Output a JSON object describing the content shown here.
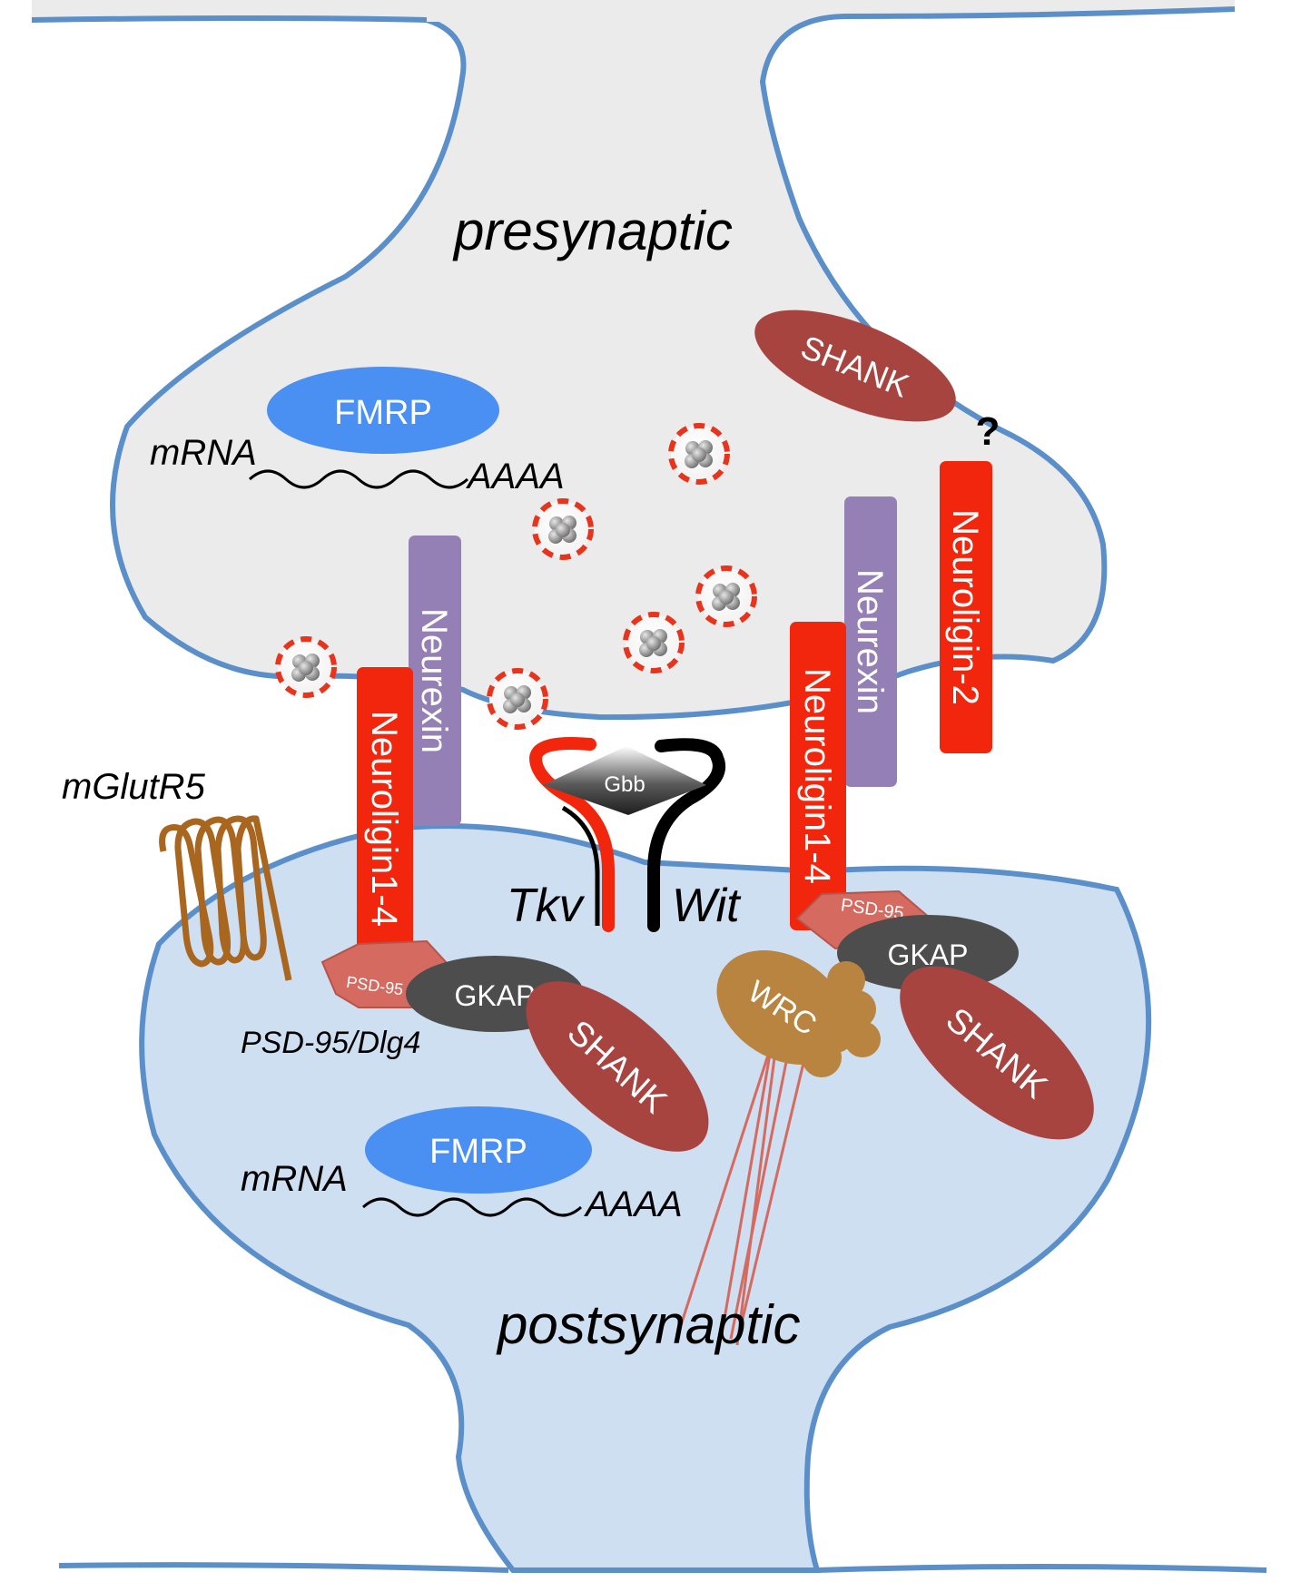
{
  "labels": {
    "presynaptic": "presynaptic",
    "postsynaptic": "postsynaptic",
    "question": "?",
    "tkv": "Tkv",
    "wit": "Wit",
    "gbb": "Gbb",
    "mglutr5": "mGlutR5",
    "psd95_dlg4": "PSD-95/Dlg4"
  },
  "presynaptic": {
    "fmrp": "FMRP",
    "mrna": "mRNA",
    "polya": "AAAA",
    "shank": "SHANK",
    "neurexin_left": "Neurexin",
    "neurexin_right": "Neurexin",
    "neuroligin2": "Neuroligin-2"
  },
  "cleft": {
    "neuroligin_left": "Neuroligin1-4",
    "neuroligin_right": "Neuroligin1-4"
  },
  "postsynaptic": {
    "fmrp": "FMRP",
    "mrna": "mRNA",
    "polya": "AAAA",
    "psd95_left": "PSD-95",
    "psd95_right": "PSD-95",
    "gkap_left": "GKAP",
    "gkap_right": "GKAP",
    "shank_left": "SHANK",
    "shank_right": "SHANK",
    "wrc": "WRC"
  },
  "colors": {
    "membrane": "#5b8fc9",
    "pre_fill": "#ebebeb",
    "post_fill": "#cddff0",
    "fmrp": "#4a8ff2",
    "neuroligin": "#f2260d",
    "neurexin": "#9580b5",
    "shank": "#a84440",
    "gkap": "#4d4d4d",
    "psd95": "#d46a60",
    "wrc": "#b8843f",
    "mglutr5": "#a8661f"
  }
}
